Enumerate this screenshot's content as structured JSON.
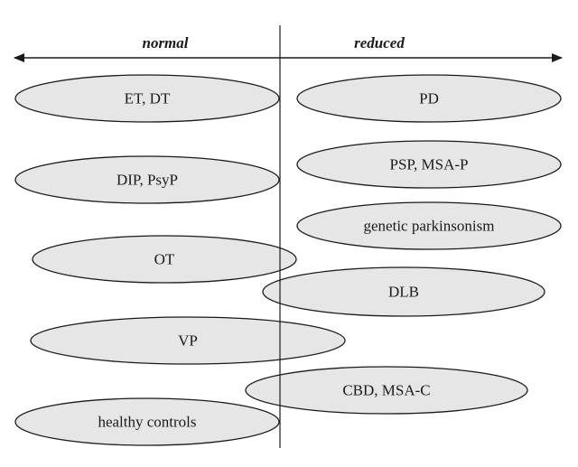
{
  "axis": {
    "left_label": "normal",
    "right_label": "reduced"
  },
  "ellipses": [
    {
      "id": "et-dt",
      "label": "ET, DT"
    },
    {
      "id": "pd",
      "label": "PD"
    },
    {
      "id": "dip-psyp",
      "label": "DIP, PsyP"
    },
    {
      "id": "psp-msa-p",
      "label": "PSP, MSA-P"
    },
    {
      "id": "genetic-parkinsonism",
      "label": "genetic parkinsonism"
    },
    {
      "id": "ot",
      "label": "OT"
    },
    {
      "id": "dlb",
      "label": "DLB"
    },
    {
      "id": "vp",
      "label": "VP"
    },
    {
      "id": "cbd-msa-c",
      "label": "CBD, MSA-C"
    },
    {
      "id": "healthy-controls",
      "label": "healthy controls"
    }
  ],
  "colors": {
    "ellipse_fill": "#e6e6e6",
    "stroke": "#1a1a1a",
    "background": "#ffffff"
  }
}
